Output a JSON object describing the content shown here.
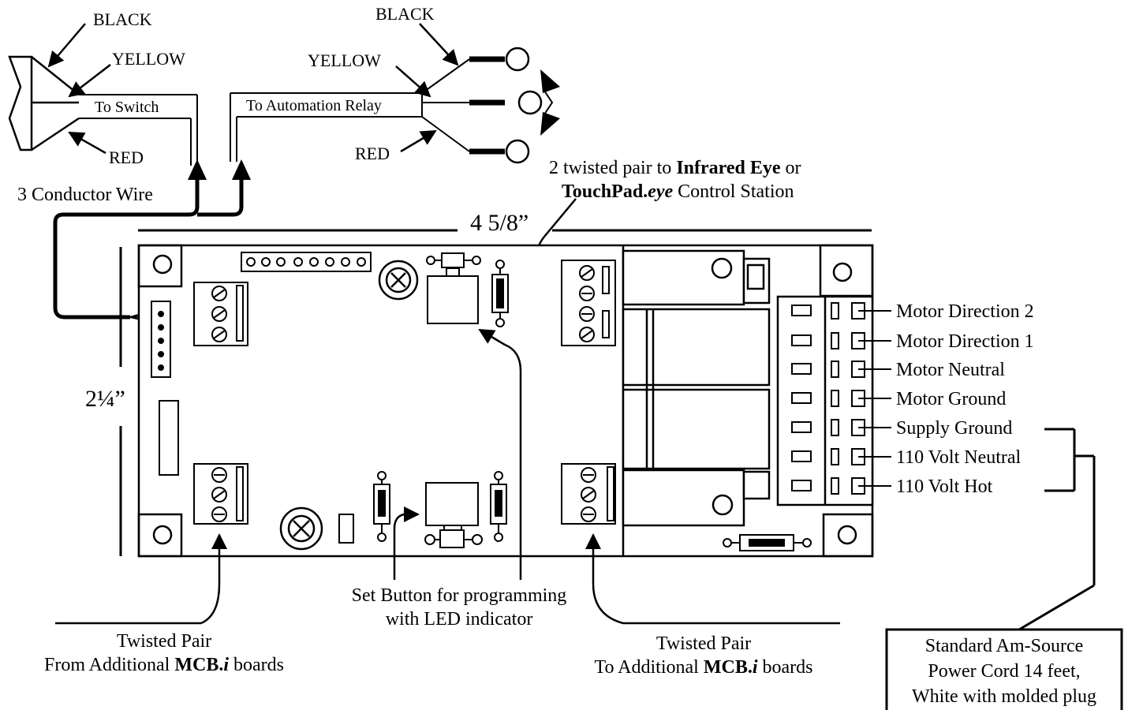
{
  "labels": {
    "switch_black": "BLACK",
    "switch_yellow": "YELLOW",
    "switch_red": "RED",
    "to_switch": "To Switch",
    "to_automation_relay": "To Automation Relay",
    "relay_black": "BLACK",
    "relay_yellow": "YELLOW",
    "relay_red": "RED",
    "three_conductor": "3 Conductor Wire",
    "ir_line1_pre": "2 twisted pair to ",
    "ir_line1_bold": "Infrared Eye",
    "ir_line1_post": " or",
    "ir_line2_bold": "TouchPad.",
    "ir_line2_bolditalic": "eye",
    "ir_line2_post": " Control Station",
    "width_dim": "4 5/8”",
    "height_dim": "2¼”",
    "set_button_line1": "Set Button for programming",
    "set_button_line2": "with LED indicator",
    "twisted_from_line1": "Twisted Pair",
    "twisted_from_line2_pre": "From Additional ",
    "twisted_from_bold": "MCB.",
    "twisted_from_italic": "i",
    "twisted_from_post": " boards",
    "twisted_to_line1": "Twisted Pair",
    "twisted_to_line2_pre": "To Additional ",
    "twisted_to_bold": "MCB.",
    "twisted_to_italic": "i",
    "twisted_to_post": " boards",
    "power_line1": "Standard Am-Source",
    "power_line2": "Power Cord 14 feet,",
    "power_line3": "White with molded plug"
  },
  "terminals": [
    "Motor Direction 2",
    "Motor Direction 1",
    "Motor Neutral",
    "Motor Ground",
    "Supply Ground",
    "110 Volt Neutral",
    "110 Volt Hot"
  ]
}
